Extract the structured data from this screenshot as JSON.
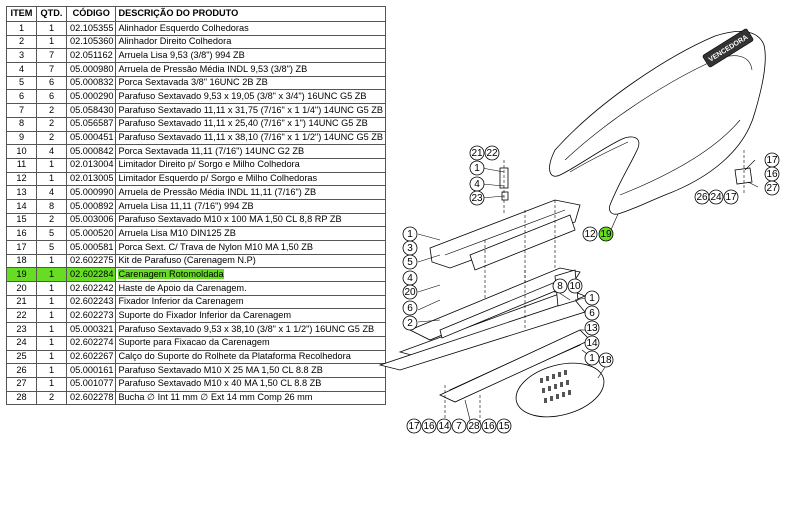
{
  "table": {
    "headers": {
      "item": "ITEM",
      "qtd": "QTD.",
      "codigo": "CÓDIGO",
      "descricao": "DESCRIÇÃO DO PRODUTO"
    },
    "rows": [
      {
        "item": "1",
        "qtd": "1",
        "codigo": "02.105355",
        "descricao": "Alinhador Esquerdo Colhedoras"
      },
      {
        "item": "2",
        "qtd": "1",
        "codigo": "02.105360",
        "descricao": "Alinhador Direito Colhedora"
      },
      {
        "item": "3",
        "qtd": "7",
        "codigo": "02.051162",
        "descricao": "Arruela Lisa 9,53 (3/8\") 994 ZB"
      },
      {
        "item": "4",
        "qtd": "7",
        "codigo": "05.000980",
        "descricao": "Arruela de Pressão Média INDL 9,53 (3/8\") ZB"
      },
      {
        "item": "5",
        "qtd": "6",
        "codigo": "05.000832",
        "descricao": "Porca Sextavada 3/8\" 16UNC 2B ZB"
      },
      {
        "item": "6",
        "qtd": "6",
        "codigo": "05.000290",
        "descricao": "Parafuso Sextavado 9,53 x 19,05 (3/8\" x 3/4\") 16UNC G5 ZB"
      },
      {
        "item": "7",
        "qtd": "2",
        "codigo": "05.058430",
        "descricao": "Parafuso Sextavado 11,11 x 31,75 (7/16\" x 1 1/4\") 14UNC G5 ZB"
      },
      {
        "item": "8",
        "qtd": "2",
        "codigo": "05.056587",
        "descricao": "Parafuso Sextavado 11,11 x 25,40 (7/16\" x 1\") 14UNC G5 ZB"
      },
      {
        "item": "9",
        "qtd": "2",
        "codigo": "05.000451",
        "descricao": "Parafuso Sextavado 11,11 x 38,10 (7/16\" x 1 1/2\") 14UNC G5 ZB"
      },
      {
        "item": "10",
        "qtd": "4",
        "codigo": "05.000842",
        "descricao": "Porca Sextavada 11,11 (7/16\") 14UNC G2 ZB"
      },
      {
        "item": "11",
        "qtd": "1",
        "codigo": "02.013004",
        "descricao": "Limitador Direito p/ Sorgo e Milho Colhedora"
      },
      {
        "item": "12",
        "qtd": "1",
        "codigo": "02.013005",
        "descricao": "Limitador Esquerdo p/ Sorgo e Milho Colhedoras"
      },
      {
        "item": "13",
        "qtd": "4",
        "codigo": "05.000990",
        "descricao": "Arruela de Pressão Média INDL 11,11 (7/16\") ZB"
      },
      {
        "item": "14",
        "qtd": "8",
        "codigo": "05.000892",
        "descricao": "Arruela Lisa 11,11 (7/16\") 994 ZB"
      },
      {
        "item": "15",
        "qtd": "2",
        "codigo": "05.003006",
        "descricao": "Parafuso Sextavado M10 x 100 MA 1,50 CL 8,8 RP ZB"
      },
      {
        "item": "16",
        "qtd": "5",
        "codigo": "05.000520",
        "descricao": "Arruela Lisa M10 DIN125 ZB"
      },
      {
        "item": "17",
        "qtd": "5",
        "codigo": "05.000581",
        "descricao": "Porca Sext. C/ Trava de Nylon M10 MA 1,50 ZB"
      },
      {
        "item": "18",
        "qtd": "1",
        "codigo": "02.602275",
        "descricao": "Kit de Parafuso (Carenagem  N.P)"
      },
      {
        "item": "19",
        "qtd": "1",
        "codigo": "02.602284",
        "descricao": " Carenagem Rotomoldada",
        "highlight": true
      },
      {
        "item": "20",
        "qtd": "1",
        "codigo": "02.602242",
        "descricao": "Haste de Apoio da Carenagem."
      },
      {
        "item": "21",
        "qtd": "1",
        "codigo": "02.602243",
        "descricao": " Fixador Inferior  da Carenagem"
      },
      {
        "item": "22",
        "qtd": "1",
        "codigo": "02.602273",
        "descricao": "Suporte do Fixador Inferior  da Carenagem"
      },
      {
        "item": "23",
        "qtd": "1",
        "codigo": "05.000321",
        "descricao": "Parafuso Sextavado 9,53 x 38,10 (3/8\" x 1 1/2\") 16UNC G5 ZB"
      },
      {
        "item": "24",
        "qtd": "1",
        "codigo": "02.602274",
        "descricao": " Suporte para Fixacao da Carenagem"
      },
      {
        "item": "25",
        "qtd": "1",
        "codigo": "02.602267",
        "descricao": "Calço  do Suporte do Rolhete da Plataforma Recolhedora"
      },
      {
        "item": "26",
        "qtd": "1",
        "codigo": "05.000161",
        "descricao": "Parafuso Sextavado  M10 X 25 MA 1,50 CL 8.8 ZB"
      },
      {
        "item": "27",
        "qtd": "1",
        "codigo": "05.001077",
        "descricao": "Parafuso Sextavado M10 x 40 MA 1,50 CL 8.8 ZB"
      },
      {
        "item": "28",
        "qtd": "2",
        "codigo": "02.602278",
        "descricao": "Bucha  ∅ Int 11 mm  ∅ Ext 14 mm  Comp 26 mm"
      }
    ]
  },
  "diagram": {
    "brand_logo": "VENCEDORA",
    "highlight_color": "#66dd22",
    "callouts": [
      {
        "label": "21"
      },
      {
        "label": "22"
      },
      {
        "label": "1"
      },
      {
        "label": "4"
      },
      {
        "label": "23"
      },
      {
        "label": "17"
      },
      {
        "label": "16"
      },
      {
        "label": "27"
      },
      {
        "label": "26"
      },
      {
        "label": "24"
      },
      {
        "label": "17"
      },
      {
        "label": "12"
      },
      {
        "label": "19",
        "highlight": true
      },
      {
        "label": "1"
      },
      {
        "label": "3"
      },
      {
        "label": "5"
      },
      {
        "label": "4"
      },
      {
        "label": "20"
      },
      {
        "label": "6"
      },
      {
        "label": "2"
      },
      {
        "label": "8"
      },
      {
        "label": "10"
      },
      {
        "label": "1"
      },
      {
        "label": "6"
      },
      {
        "label": "13"
      },
      {
        "label": "14"
      },
      {
        "label": "1"
      },
      {
        "label": "18"
      },
      {
        "label": "17"
      },
      {
        "label": "16"
      },
      {
        "label": "14"
      },
      {
        "label": "7"
      },
      {
        "label": "28"
      },
      {
        "label": "16"
      },
      {
        "label": "15"
      }
    ]
  }
}
